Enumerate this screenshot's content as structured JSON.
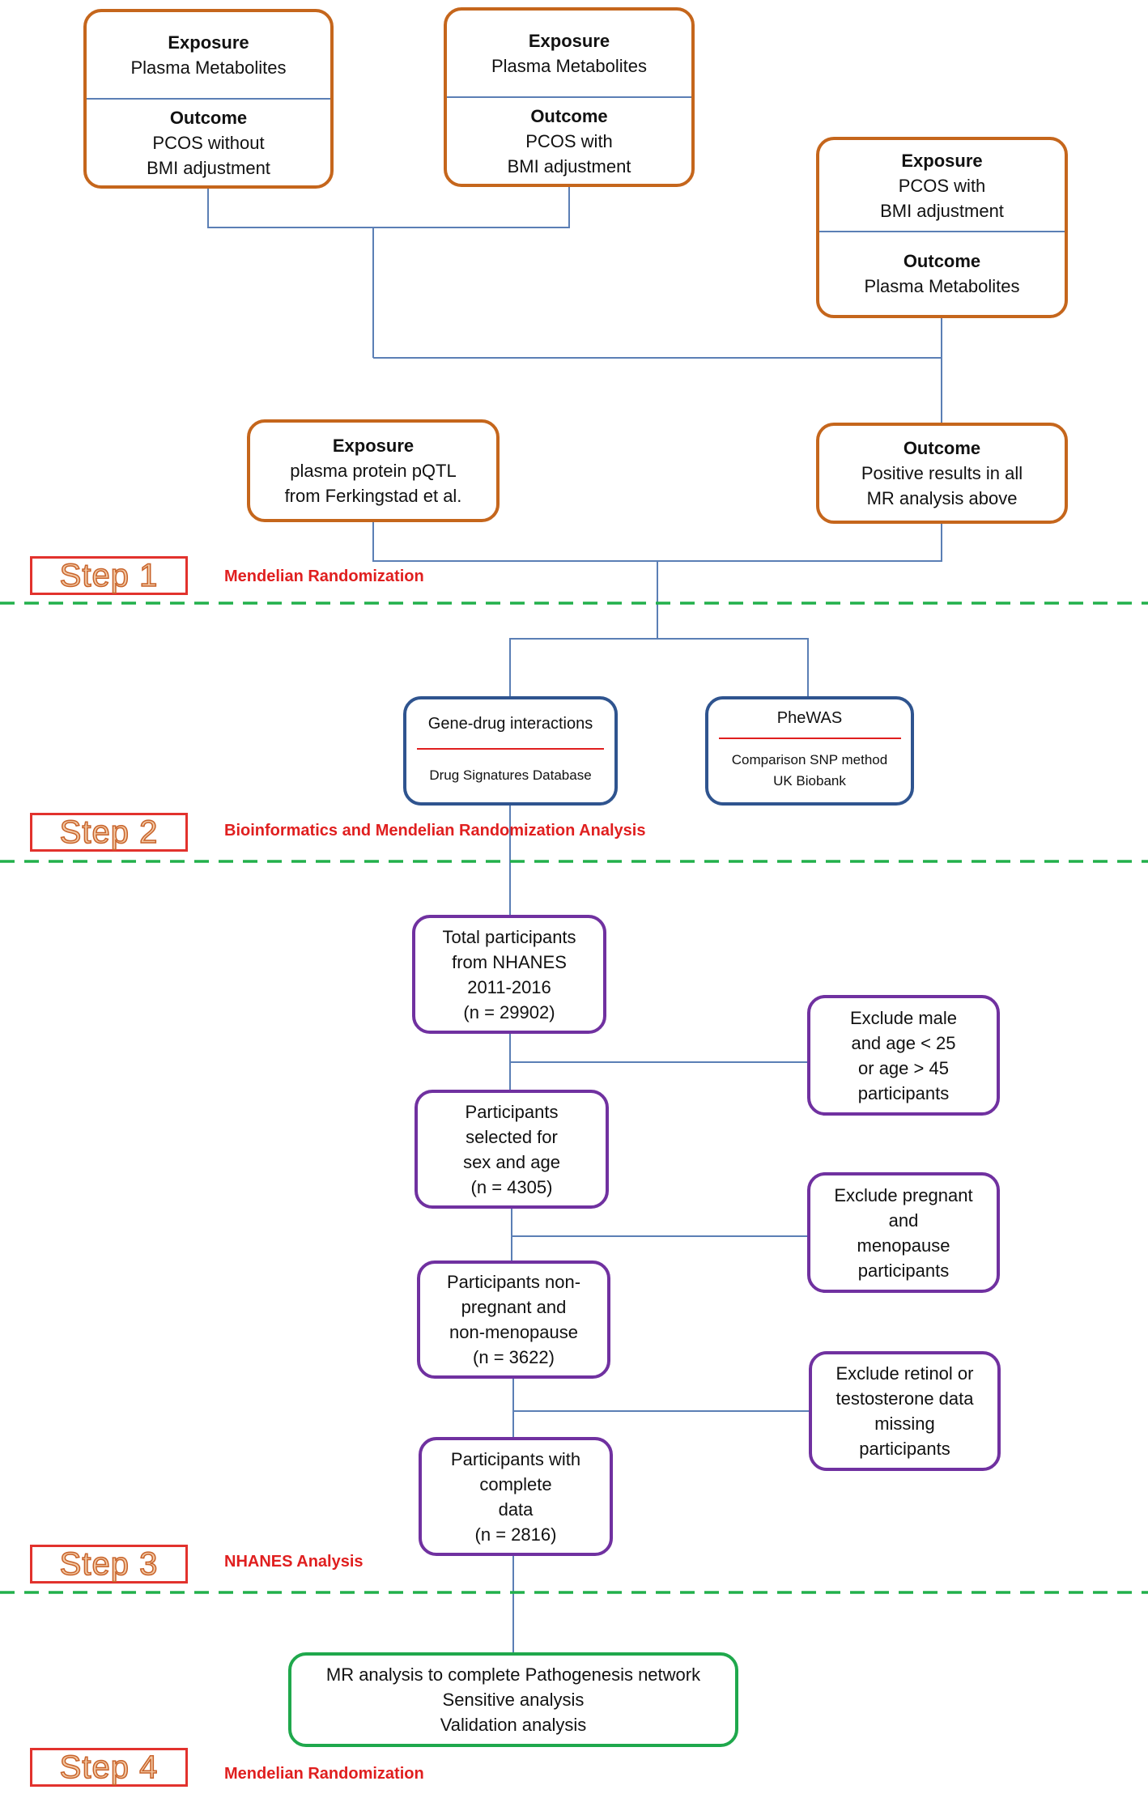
{
  "step1": {
    "box_a": {
      "top_title": "Exposure",
      "top_text": "Plasma Metabolites",
      "bottom_title": "Outcome",
      "bottom_text": "PCOS without\nBMI adjustment"
    },
    "box_b": {
      "top_title": "Exposure",
      "top_text": "Plasma Metabolites",
      "bottom_title": "Outcome",
      "bottom_text": "PCOS with\nBMI adjustment"
    },
    "box_c": {
      "top_title": "Exposure",
      "top_text": "PCOS with\nBMI adjustment",
      "bottom_title": "Outcome",
      "bottom_text": "Plasma Metabolites"
    },
    "box_d": {
      "title": "Exposure",
      "text": "plasma protein pQTL\nfrom Ferkingstad et al."
    },
    "box_e": {
      "title": "Outcome",
      "text": "Positive results in all\nMR analysis above"
    },
    "tag": "Step 1",
    "label": "Mendelian Randomization"
  },
  "step2": {
    "gene_drug": {
      "title": "Gene-drug interactions",
      "text": "Drug Signatures Database"
    },
    "phewas": {
      "title": "PheWAS",
      "text": "Comparison SNP method\nUK Biobank"
    },
    "tag": "Step 2",
    "label": "Bioinformatics  and Mendelian Randomization Analysis"
  },
  "step3": {
    "total": "Total participants\nfrom NHANES\n2011-2016\n(n = 29902)",
    "exclude_sex_age": "Exclude male\nand age < 25\nor age > 45\nparticipants",
    "selected": "Participants\nselected for\nsex and age\n(n = 4305)",
    "exclude_pregnant": "Exclude pregnant\nand\nmenopause\nparticipants",
    "non_pregnant": "Participants non-\npregnant and\nnon-menopause\n(n = 3622)",
    "exclude_missing": "Exclude retinol or\ntestosterone data\nmissing\nparticipants",
    "complete": "Participants with\ncomplete\ndata\n(n = 2816)",
    "tag": "Step 3",
    "label": "NHANES  Analysis"
  },
  "step4": {
    "final": "MR analysis to complete Pathogenesis network\nSensitive analysis\nValidation analysis",
    "tag": "Step 4",
    "label": "Mendelian Randomization"
  },
  "colors": {
    "orange": "#c5661c",
    "blue": "#2f548f",
    "purple": "#7031a0",
    "green": "#1fa84c",
    "connector": "#5b7fb5",
    "dash": "#22b04b",
    "step_red": "#e01f1f"
  }
}
